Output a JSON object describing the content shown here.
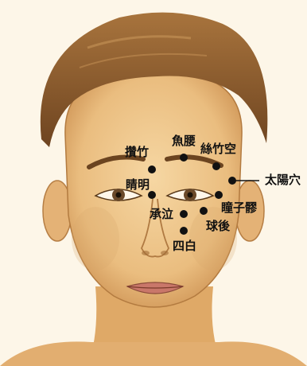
{
  "acupoints": [
    {
      "id": "cuanzhu",
      "label": "攢竹"
    },
    {
      "id": "yuyao",
      "label": "魚腰"
    },
    {
      "id": "sizhukong",
      "label": "絲竹空"
    },
    {
      "id": "taiyang",
      "label": "太陽穴"
    },
    {
      "id": "jingming",
      "label": "睛明"
    },
    {
      "id": "tongziliao",
      "label": "瞳子髎"
    },
    {
      "id": "chengqi",
      "label": "承泣"
    },
    {
      "id": "qiuhou",
      "label": "球後"
    },
    {
      "id": "sibai",
      "label": "四白"
    }
  ],
  "colors": {
    "background": "#fdf6e8",
    "skin": "#f0c98e",
    "skin_shade": "#d9a66a",
    "hair": "#8a5a2e",
    "point": "#111111"
  }
}
